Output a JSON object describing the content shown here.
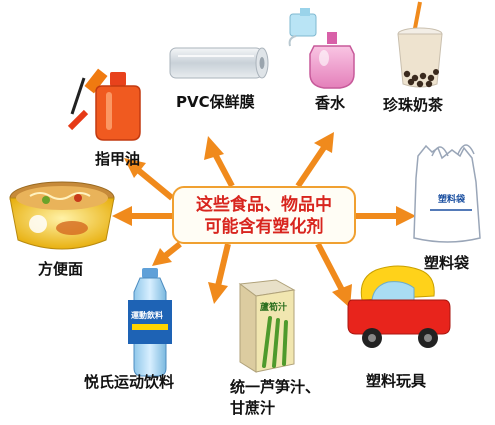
{
  "center": {
    "line1": "这些食品、物品中",
    "line2": "可能含有塑化剂"
  },
  "items": [
    {
      "key": "pvc",
      "label": "PVC保鲜膜",
      "icon": "plastic-wrap-roll-icon"
    },
    {
      "key": "perfume",
      "label": "香水",
      "icon": "perfume-bottle-icon"
    },
    {
      "key": "milktea",
      "label": "珍珠奶茶",
      "icon": "bubble-tea-cup-icon"
    },
    {
      "key": "nailpolish",
      "label": "指甲油",
      "icon": "nail-polish-bottle-icon"
    },
    {
      "key": "noodles",
      "label": "方便面",
      "icon": "instant-noodle-bowl-icon"
    },
    {
      "key": "bag",
      "label": "塑料袋",
      "icon": "plastic-bag-icon"
    },
    {
      "key": "sportsdrink",
      "label": "悦氏运动饮料",
      "icon": "sports-drink-bottle-icon"
    },
    {
      "key": "juice_line1",
      "label": "统一芦笋汁、",
      "icon": "juice-carton-icon"
    },
    {
      "key": "juice_line2",
      "label": "甘蔗汁"
    },
    {
      "key": "toy",
      "label": "塑料玩具",
      "icon": "toy-car-icon"
    }
  ],
  "printed_on_items": {
    "bag_text": "塑料袋",
    "bottle_text": "運動飲料",
    "carton_text": "蘆筍汁"
  },
  "colors": {
    "arrow": "#f08a1c",
    "center_border": "#f0a030",
    "center_text": "#d8251e"
  }
}
